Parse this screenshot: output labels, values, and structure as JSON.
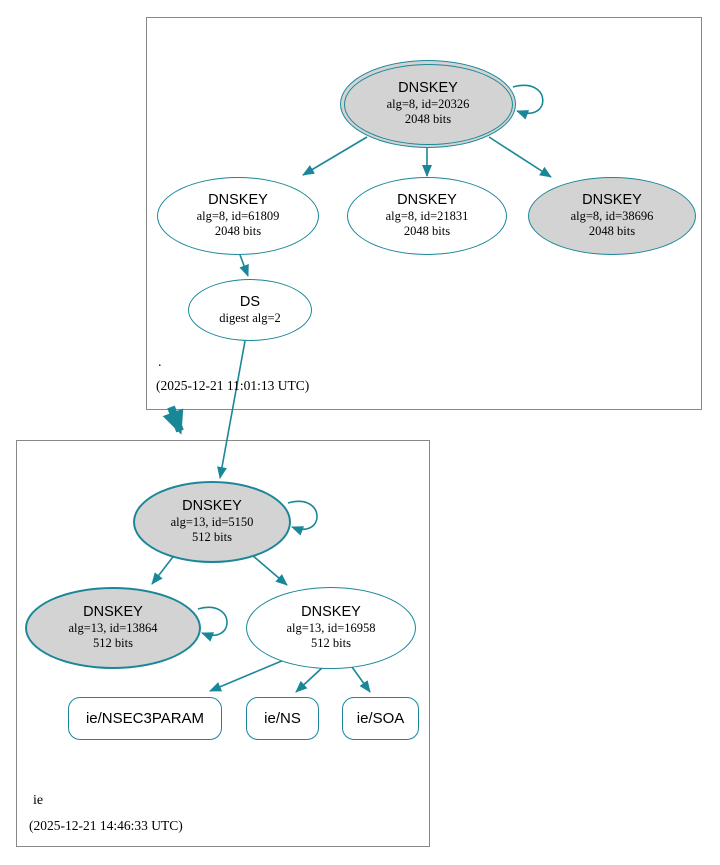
{
  "colors": {
    "edge_teal": "#1a8799",
    "node_fill_gray": "#d3d3d3",
    "node_fill_white": "#ffffff",
    "zone_box_border": "#888888",
    "text": "#000000"
  },
  "zones": [
    {
      "name": ".",
      "timestamp": "(2025-12-21 11:01:13 UTC)",
      "nodes": [
        {
          "id": "dnskey-20326",
          "title": "DNSKEY",
          "line2": "alg=8, id=20326",
          "line3": "2048 bits"
        },
        {
          "id": "dnskey-61809",
          "title": "DNSKEY",
          "line2": "alg=8, id=61809",
          "line3": "2048 bits"
        },
        {
          "id": "dnskey-21831",
          "title": "DNSKEY",
          "line2": "alg=8, id=21831",
          "line3": "2048 bits"
        },
        {
          "id": "dnskey-38696",
          "title": "DNSKEY",
          "line2": "alg=8, id=38696",
          "line3": "2048 bits"
        },
        {
          "id": "ds",
          "title": "DS",
          "line2": "digest alg=2"
        }
      ]
    },
    {
      "name": "ie",
      "timestamp": "(2025-12-21 14:46:33 UTC)",
      "nodes": [
        {
          "id": "dnskey-5150",
          "title": "DNSKEY",
          "line2": "alg=13, id=5150",
          "line3": "512 bits"
        },
        {
          "id": "dnskey-13864",
          "title": "DNSKEY",
          "line2": "alg=13, id=13864",
          "line3": "512 bits"
        },
        {
          "id": "dnskey-16958",
          "title": "DNSKEY",
          "line2": "alg=13, id=16958",
          "line3": "512 bits"
        },
        {
          "id": "rrset-nsec3param",
          "label": "ie/NSEC3PARAM"
        },
        {
          "id": "rrset-ns",
          "label": "ie/NS"
        },
        {
          "id": "rrset-soa",
          "label": "ie/SOA"
        }
      ]
    }
  ]
}
